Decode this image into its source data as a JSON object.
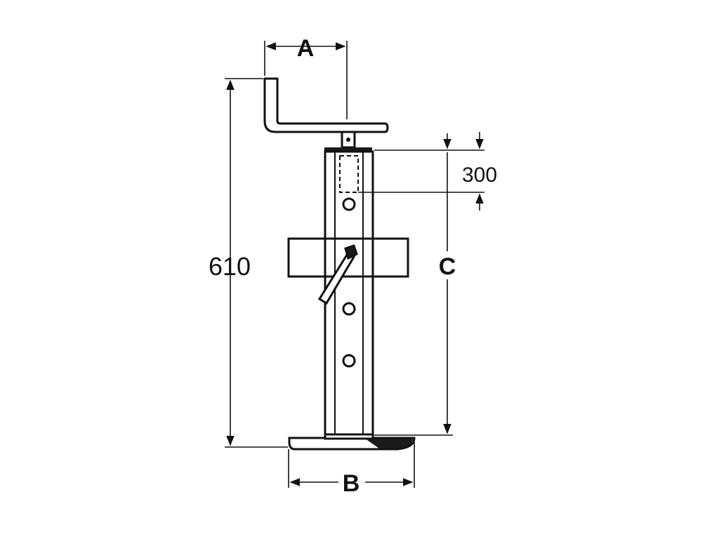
{
  "diagram": {
    "labels": {
      "a": "A",
      "b": "B",
      "c": "C",
      "overall_height": "610",
      "travel": "300"
    },
    "colors": {
      "line": "#111111",
      "fill_dark": "#1a1a1a",
      "background": "#ffffff"
    }
  }
}
